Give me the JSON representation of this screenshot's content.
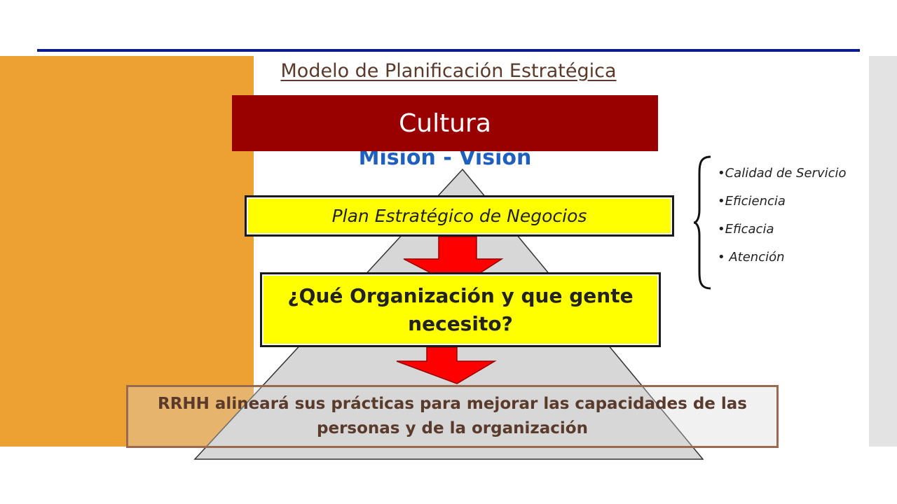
{
  "slide": {
    "title": "Modelo de Planificación Estratégica",
    "cultura": "Cultura",
    "mision_vision": "Misión - Visión",
    "plan": "Plan Estratégico de Negocios",
    "organizacion": "¿Qué  Organización y que gente necesito?",
    "rrhh": "RRHH alineará sus prácticas para mejorar las capacidades de las personas y de la organización",
    "bullets": [
      "•Calidad de Servicio",
      "•Eficiencia",
      "•Eficacia",
      "• Atención"
    ]
  },
  "colors": {
    "rule": "#0a1a8c",
    "left_panel": "#eea133",
    "cultura_bg": "#990000",
    "highlight_box": "#ffff00",
    "arrow": "#ff0000",
    "mision_text": "#1f5fbf",
    "pyramid_fill": "#d7d7d7"
  },
  "icons": {
    "arrows": "down-arrow-icon",
    "brace": "left-curly-brace-icon"
  }
}
